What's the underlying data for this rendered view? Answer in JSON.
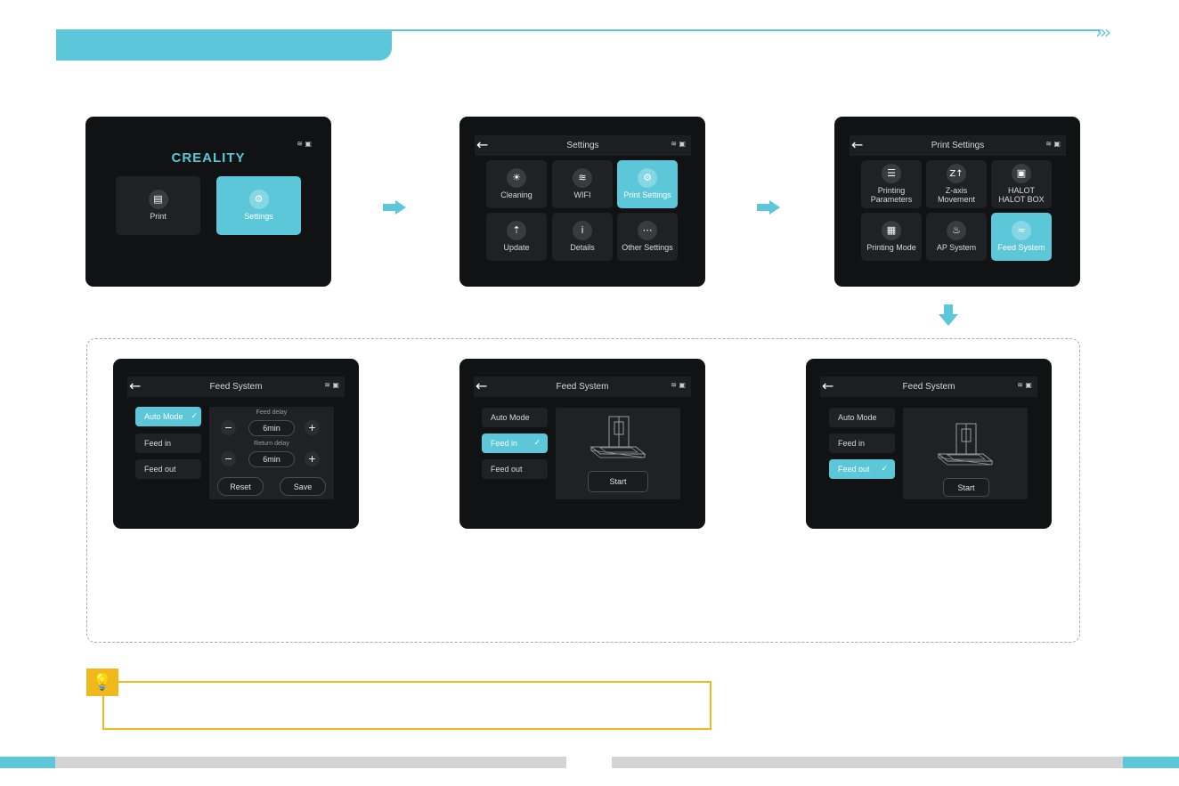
{
  "header": {
    "chevrons": "›››"
  },
  "colors": {
    "accent": "#5bc7d8",
    "tip": "#f0b81a",
    "screen": "#111214",
    "tile": "#202124"
  },
  "screen1": {
    "logo": "CREALITY",
    "tiles": [
      {
        "label": "Print",
        "icon": "document-icon",
        "glyph": "▤"
      },
      {
        "label": "Settings",
        "icon": "gear-icon",
        "glyph": "⚙"
      }
    ]
  },
  "screen2": {
    "title": "Settings",
    "tiles": [
      {
        "label": "Cleaning",
        "icon": "bulb-icon",
        "glyph": "☀"
      },
      {
        "label": "WIFI",
        "icon": "wifi-icon",
        "glyph": "≋"
      },
      {
        "label": "Print Settings",
        "icon": "print-settings-icon",
        "glyph": "⚙"
      },
      {
        "label": "Update",
        "icon": "update-icon",
        "glyph": "⇡"
      },
      {
        "label": "Details",
        "icon": "info-icon",
        "glyph": "i"
      },
      {
        "label": "Other Settings",
        "icon": "more-icon",
        "glyph": "⋯"
      }
    ]
  },
  "screen3": {
    "title": "Print Settings",
    "tiles": [
      {
        "label": "Printing Parameters",
        "icon": "sliders-icon",
        "glyph": "☰"
      },
      {
        "label": "Z-axis Movement",
        "icon": "z-axis-icon",
        "glyph": "Z↑"
      },
      {
        "label": "HALOT HALOT BOX",
        "icon": "box-icon",
        "glyph": "▣"
      },
      {
        "label": "Printing Mode",
        "icon": "grid-icon",
        "glyph": "▦"
      },
      {
        "label": "AP System",
        "icon": "ap-system-icon",
        "glyph": "♨"
      },
      {
        "label": "Feed System",
        "icon": "feed-system-icon",
        "glyph": "≈"
      }
    ]
  },
  "feed": {
    "title": "Feed System",
    "auto_mode": "Auto Mode",
    "feed_in": "Feed in",
    "feed_out": "Feed out",
    "check": "✓",
    "feed_delay_label": "Feed delay",
    "feed_delay_value": "6min",
    "return_delay_label": "Return delay",
    "return_delay_value": "6min",
    "minus": "−",
    "plus": "+",
    "reset": "Reset",
    "save": "Save",
    "start": "Start"
  },
  "tip": {
    "glyph": "💡"
  },
  "status": {
    "wifi": "≋ ▣",
    "back": "←"
  }
}
